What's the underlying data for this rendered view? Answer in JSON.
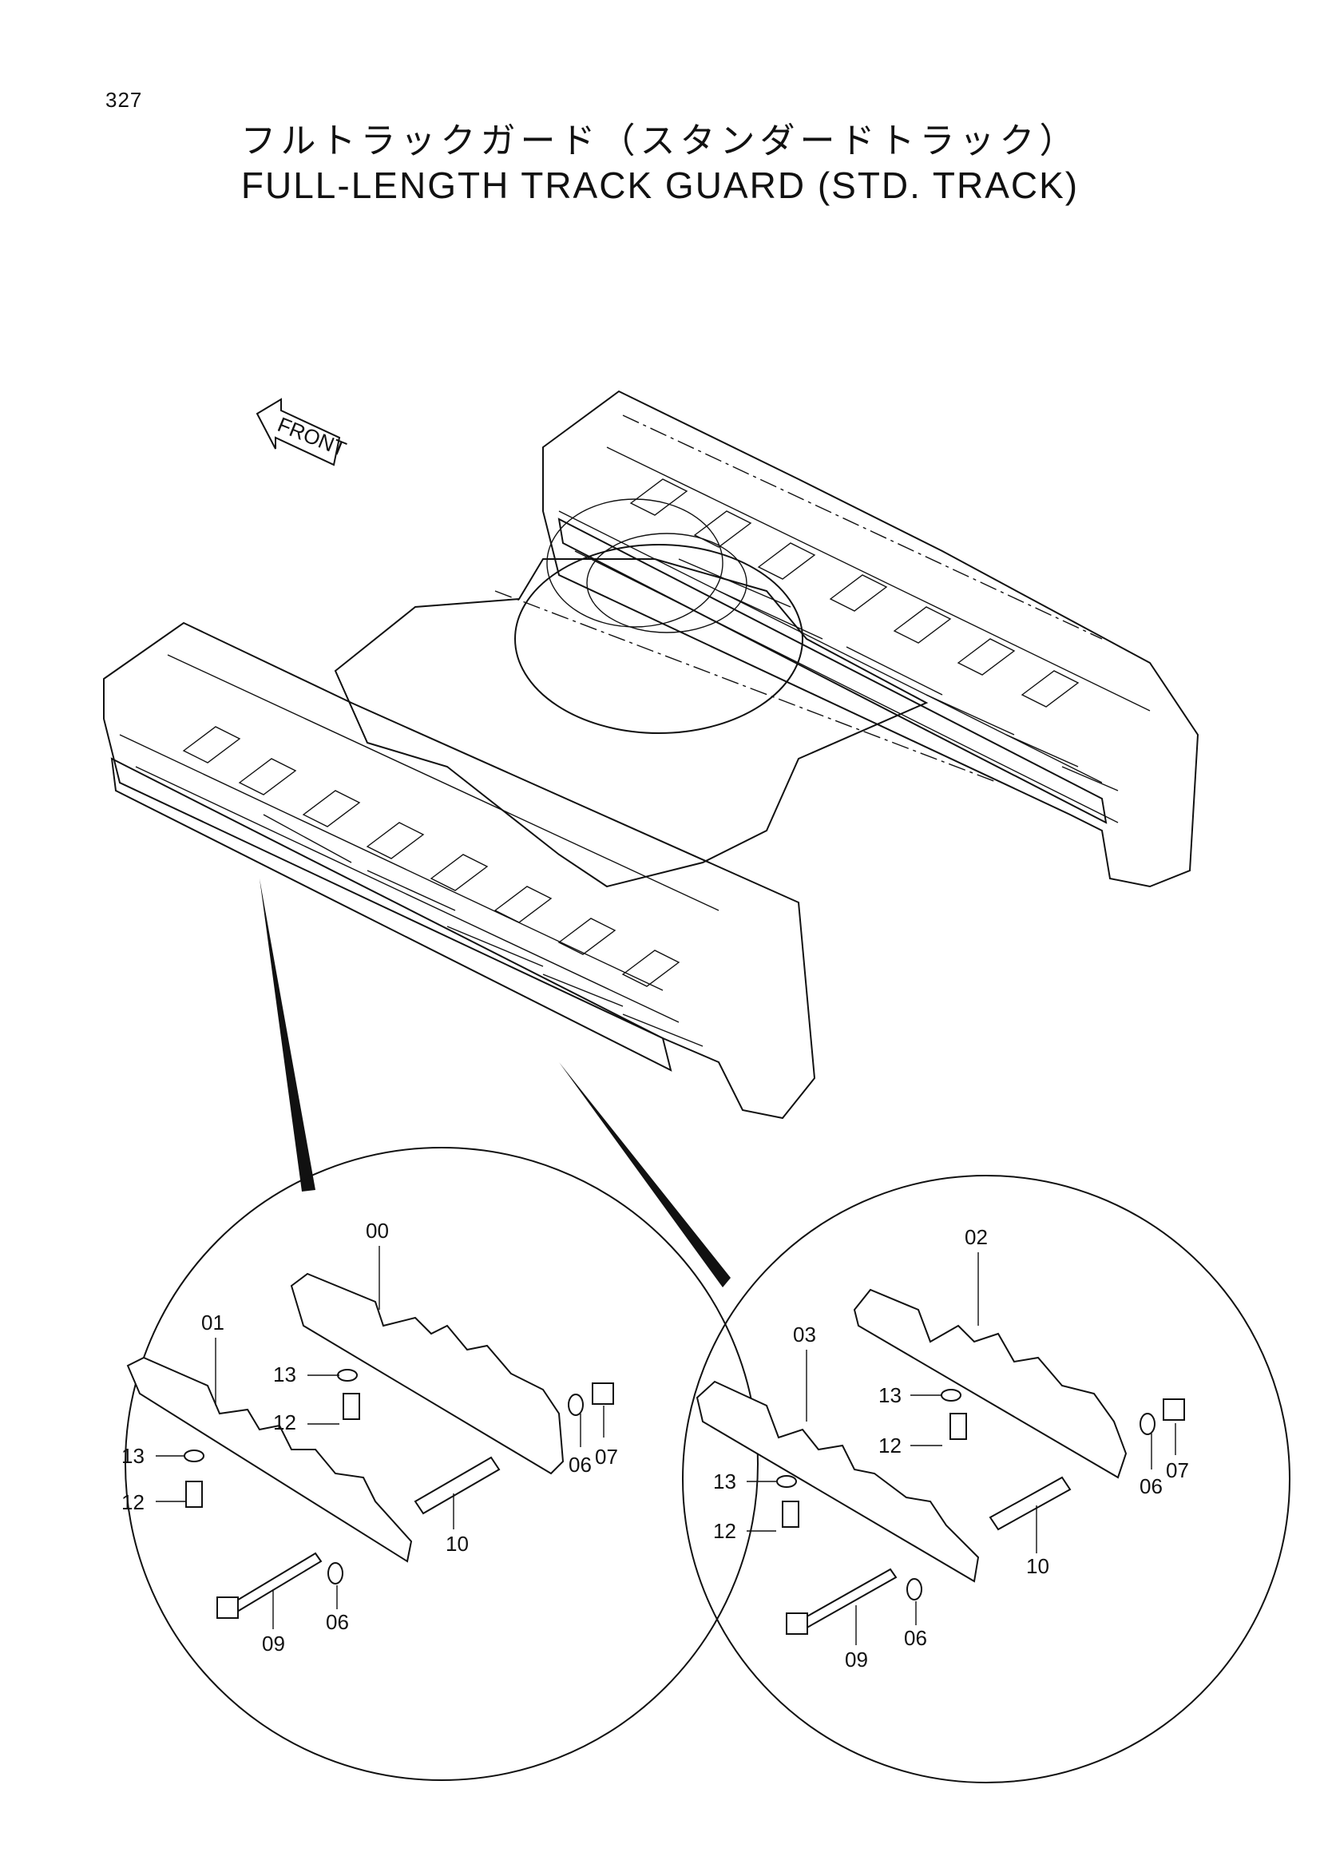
{
  "page": {
    "number": "327"
  },
  "title": {
    "japanese": "フルトラックガード（スタンダードトラック）",
    "english": "FULL-LENGTH TRACK GUARD (STD. TRACK)"
  },
  "front_arrow": {
    "label": "FRONT"
  },
  "detail_left": {
    "callouts": [
      "00",
      "01",
      "13",
      "12",
      "13",
      "12",
      "06",
      "07",
      "10",
      "06",
      "09"
    ]
  },
  "detail_right": {
    "callouts": [
      "02",
      "03",
      "13",
      "12",
      "13",
      "12",
      "06",
      "07",
      "10",
      "06",
      "09"
    ]
  }
}
